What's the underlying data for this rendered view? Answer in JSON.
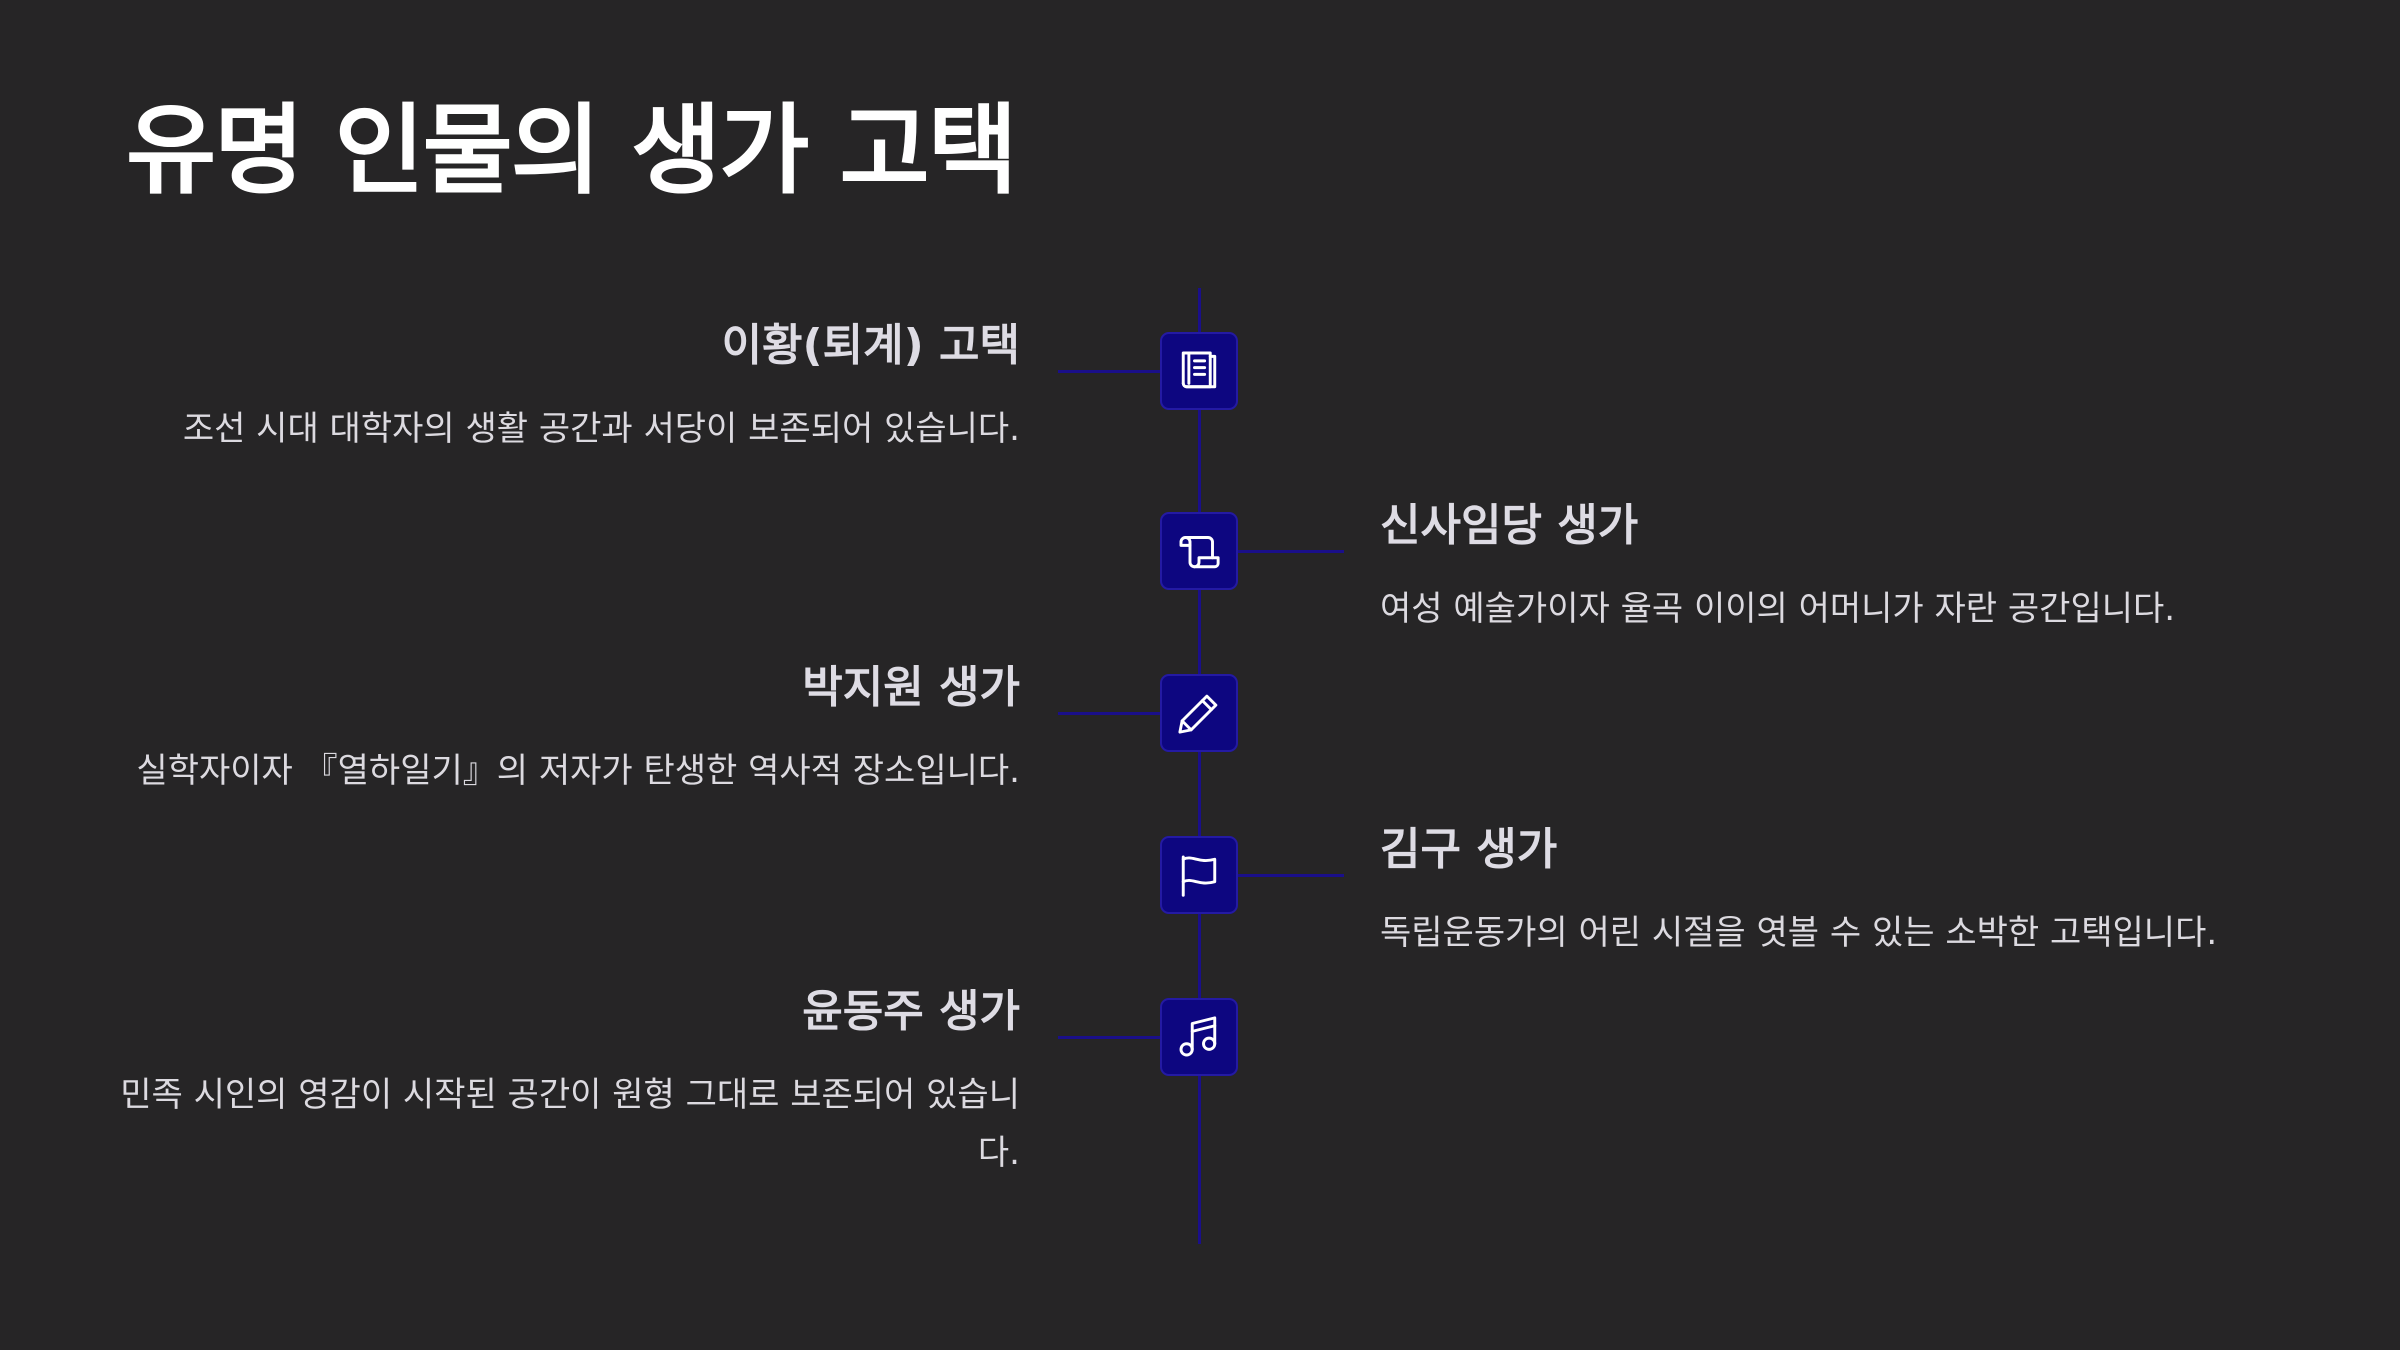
{
  "page": {
    "title": "유명 인물의 생가 고택"
  },
  "colors": {
    "background": "#262526",
    "timeline": "#1a0f8a",
    "icon_box": "#0d0680",
    "title_text": "#ffffff",
    "body_text": "#dcdae0"
  },
  "timeline": {
    "items": [
      {
        "side": "left",
        "icon": "book-icon",
        "title": "이황(퇴계) 고택",
        "description": "조선 시대 대학자의 생활 공간과 서당이 보존되어 있습니다."
      },
      {
        "side": "right",
        "icon": "scroll-icon",
        "title": "신사임당 생가",
        "description": "여성 예술가이자 율곡 이이의 어머니가 자란 공간입니다."
      },
      {
        "side": "left",
        "icon": "pencil-icon",
        "title": "박지원 생가",
        "description": "실학자이자 『열하일기』의 저자가 탄생한 역사적 장소입니다."
      },
      {
        "side": "right",
        "icon": "flag-icon",
        "title": "김구 생가",
        "description": "독립운동가의 어린 시절을 엿볼 수 있는 소박한 고택입니다."
      },
      {
        "side": "left",
        "icon": "music-note-icon",
        "title": "윤동주 생가",
        "description": "민족 시인의 영감이 시작된 공간이 원형 그대로 보존되어 있습니다."
      }
    ]
  }
}
